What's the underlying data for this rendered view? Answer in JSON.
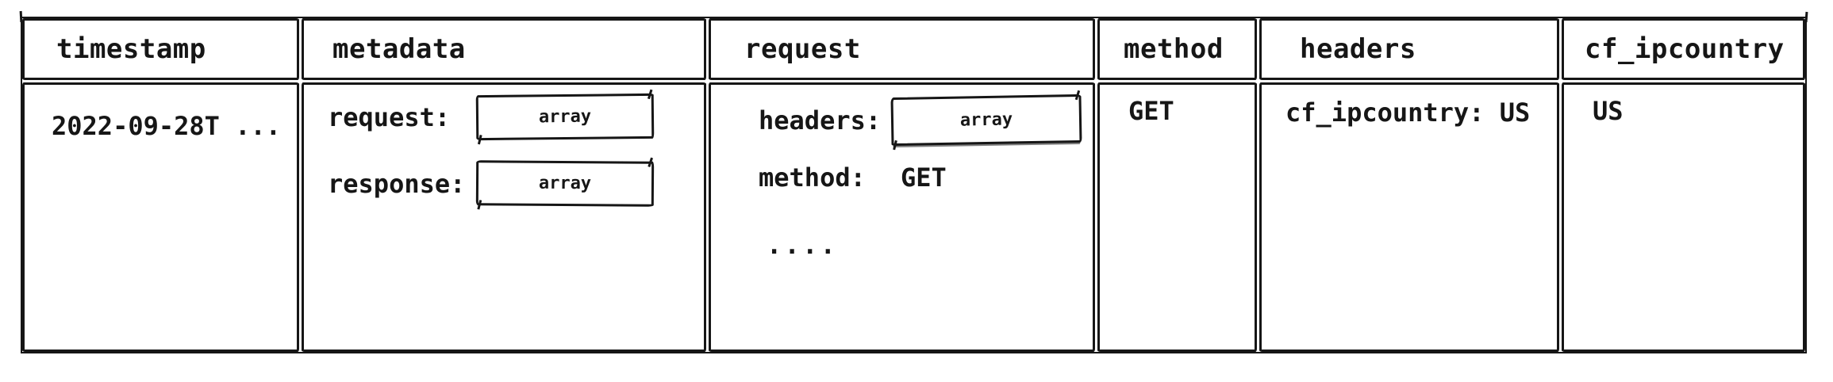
{
  "table": {
    "headers": [
      "timestamp",
      "metadata",
      "request",
      "method",
      "headers",
      "cf_ipcountry"
    ],
    "row": {
      "timestamp": "2022-09-28T ...",
      "metadata": {
        "request_label": "request:",
        "request_value": "array",
        "response_label": "response:",
        "response_value": "array"
      },
      "request": {
        "headers_label": "headers:",
        "headers_value": "array",
        "method_label": "method:",
        "method_value": "GET",
        "ellipsis": ". . . ."
      },
      "method": "GET",
      "headers": "cf_ipcountry: US",
      "cf_ipcountry": "US"
    }
  },
  "colors": {
    "ink": "#161616",
    "background": "#ffffff"
  }
}
